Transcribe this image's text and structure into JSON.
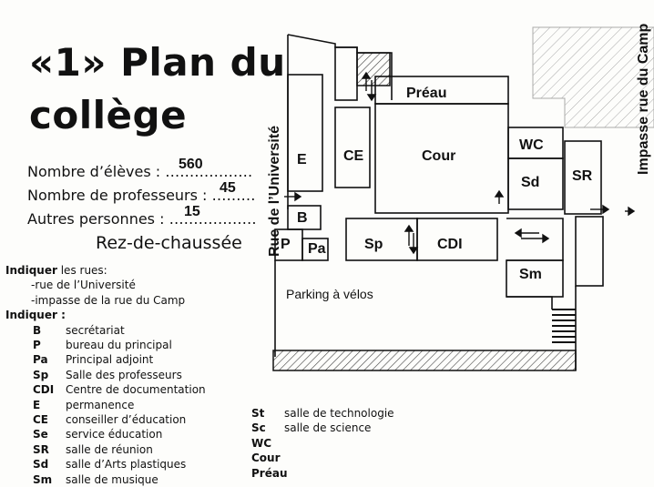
{
  "title_line1": "«1» Plan du",
  "title_line2": "collège",
  "counts": {
    "students_label": "Nombre d’élèves : ………………",
    "students_value": "560",
    "teachers_label": "Nombre de professeurs : ………",
    "teachers_value": "45",
    "others_label": "Autres personnes : ………………",
    "others_value": "15"
  },
  "floor_title": "Rez-de-chaussée",
  "indiquer_rues": {
    "bold": "Indiquer",
    "rest": " les rues:",
    "items": [
      "-rue de l’Université",
      "-impasse de la rue du Camp"
    ]
  },
  "indiquer_label": "Indiquer :",
  "legend_items": [
    {
      "code": "B",
      "desc": "secrétariat"
    },
    {
      "code": "P",
      "desc": "bureau du principal"
    },
    {
      "code": "Pa",
      "desc": "Principal adjoint"
    },
    {
      "code": "Sp",
      "desc": "Salle des professeurs"
    },
    {
      "code": "CDI",
      "desc": "Centre de documentation"
    },
    {
      "code": "E",
      "desc": "permanence"
    },
    {
      "code": "CE",
      "desc": "conseiller d’éducation"
    },
    {
      "code": "Se",
      "desc": "service éducation"
    },
    {
      "code": "SR",
      "desc": "salle de réunion"
    },
    {
      "code": "Sd",
      "desc": "salle d’Arts plastiques"
    },
    {
      "code": "Sm",
      "desc": "salle de musique"
    }
  ],
  "legend_items_right": [
    {
      "code": "St",
      "desc": "salle de technologie"
    },
    {
      "code": "Sc",
      "desc": "salle de science"
    },
    {
      "code": "WC",
      "desc": ""
    },
    {
      "code": "Cour",
      "desc": ""
    },
    {
      "code": "Préau",
      "desc": ""
    }
  ],
  "plan": {
    "street_left": "Rue de l’Université",
    "street_right": "Impasse rue du Camp",
    "parking": "Parking à vélos",
    "rooms": {
      "preau": "Préau",
      "e": "E",
      "ce": "CE",
      "cour": "Cour",
      "wc": "WC",
      "sd": "Sd",
      "sr": "SR",
      "b": "B",
      "p": "P",
      "pa": "Pa",
      "sp": "Sp",
      "cdi": "CDI",
      "sm": "Sm"
    }
  }
}
